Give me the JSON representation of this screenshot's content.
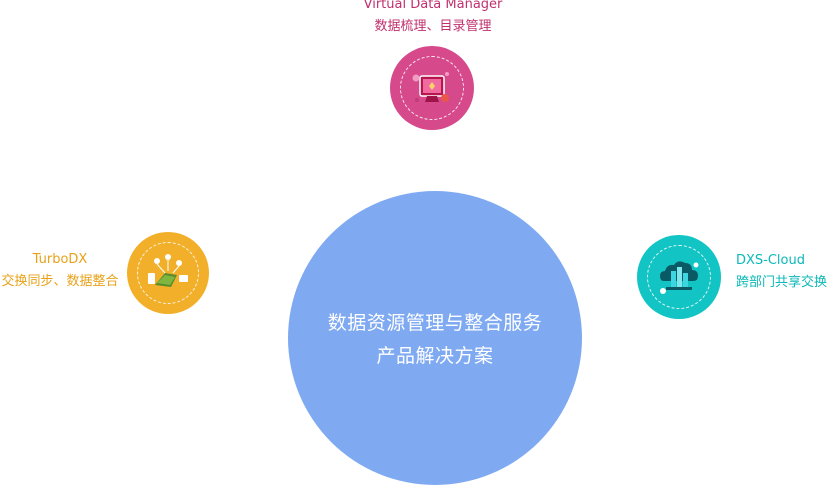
{
  "center": {
    "line1": "数据资源管理与整合服务",
    "line2": "产品解决方案"
  },
  "nodes": {
    "top": {
      "title": "Virtual Data Manager",
      "subtitle": "数据梳理、目录管理",
      "color": "#d64a8c",
      "icon": "tablet-data-icon"
    },
    "left": {
      "title": "TurboDX",
      "subtitle": "交换同步、数据整合",
      "color": "#f2b02a",
      "icon": "network-sync-icon"
    },
    "right": {
      "title": "DXS-Cloud",
      "subtitle": "跨部门共享交换",
      "color": "#12c4c4",
      "icon": "cloud-server-icon"
    }
  }
}
